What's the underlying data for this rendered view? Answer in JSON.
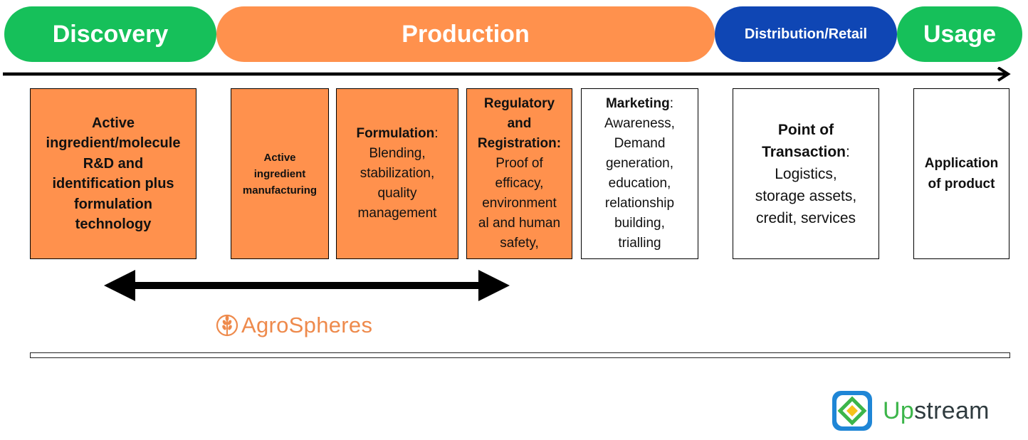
{
  "phases": {
    "discovery": "Discovery",
    "production": "Production",
    "distribution": "Distribution/Retail",
    "usage": "Usage"
  },
  "boxes": {
    "b1": {
      "lines": [
        "Active",
        "ingredient/molecule",
        "R&D and",
        "identification plus",
        "formulation",
        "technology"
      ]
    },
    "b2": {
      "lines": [
        "Active",
        "ingredient",
        "manufacturing"
      ]
    },
    "b3": {
      "title": "Formulation",
      "lines": [
        "Blending,",
        "stabilization,",
        "quality",
        "management"
      ]
    },
    "b4": {
      "title_lines": [
        "Regulatory",
        "and",
        "Registration:"
      ],
      "lines": [
        "Proof of",
        "efficacy,",
        "environment",
        "al and human",
        "safety,"
      ]
    },
    "b5": {
      "title": "Marketing",
      "lines": [
        "Awareness,",
        "Demand",
        "generation,",
        "education,",
        "relationship",
        "building,",
        "trialling"
      ]
    },
    "b6": {
      "title_lines": [
        "Point of",
        "Transaction"
      ],
      "lines": [
        "Logistics,",
        "storage assets,",
        "credit, services"
      ]
    },
    "b7": {
      "lines": [
        "Application",
        "of product"
      ]
    }
  },
  "logos": {
    "agrospheres": "AgroSpheres",
    "upstream_up": "Up",
    "upstream_rest": "stream"
  },
  "colors": {
    "green": "#16c05a",
    "orange": "#ff914d",
    "blue": "#0f46b4",
    "agro_orange": "#ee8a4c",
    "upstream_green": "#3cb54a"
  },
  "icons": [
    "wheat-icon",
    "upstream-logo-icon"
  ]
}
